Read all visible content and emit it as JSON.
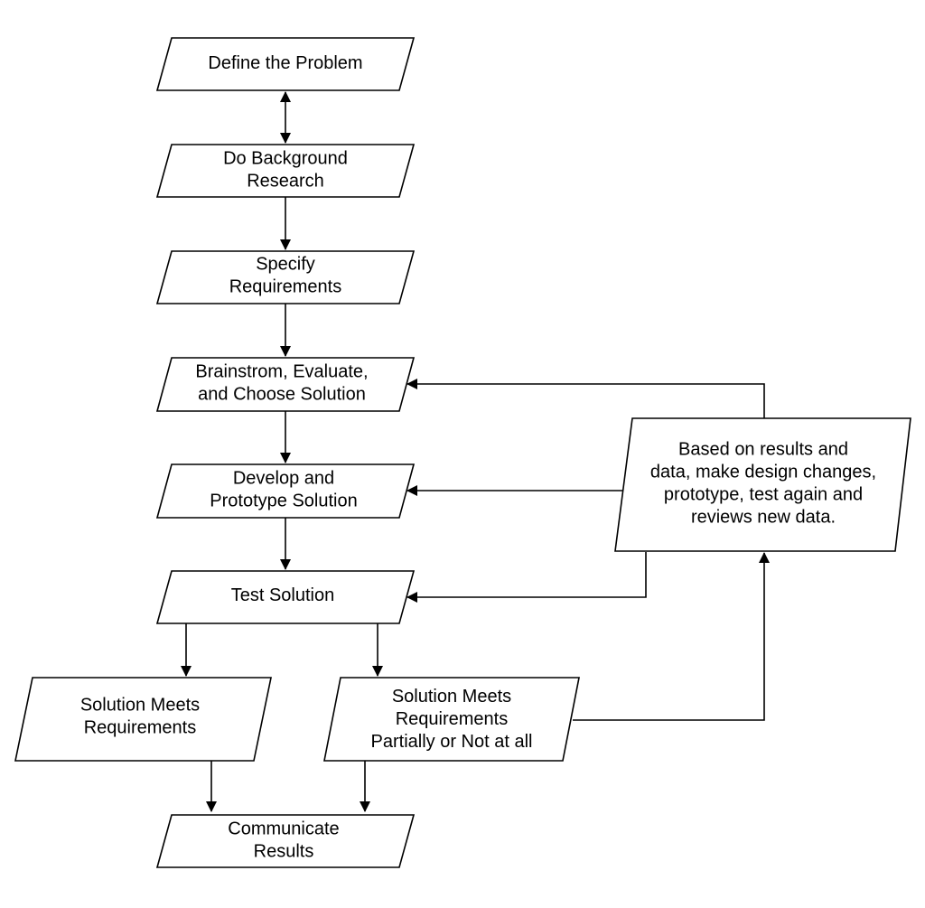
{
  "diagram": {
    "colors": {
      "stroke": "#000000",
      "fill": "#ffffff",
      "text": "#000000"
    },
    "nodes": {
      "define_problem": {
        "lines": [
          "Define the Problem"
        ]
      },
      "background_research": {
        "lines": [
          "Do Background",
          "Research"
        ]
      },
      "specify_requirements": {
        "lines": [
          "Specify",
          "Requirements"
        ]
      },
      "brainstorm": {
        "lines": [
          "Brainstrom, Evaluate,",
          "and Choose Solution"
        ]
      },
      "develop_prototype": {
        "lines": [
          "Develop and",
          "Prototype Solution"
        ]
      },
      "test_solution": {
        "lines": [
          "Test Solution"
        ]
      },
      "meets_requirements": {
        "lines": [
          "Solution Meets",
          "Requirements"
        ]
      },
      "partially_meets": {
        "lines": [
          "Solution Meets",
          "Requirements",
          "Partially or Not at all"
        ]
      },
      "redesign_loop": {
        "lines": [
          "Based on results and",
          "data, make design changes,",
          "prototype, test again and",
          "reviews new data."
        ]
      },
      "communicate_results": {
        "lines": [
          "Communicate",
          "Results"
        ]
      }
    },
    "edges": [
      {
        "from": "define_problem",
        "to": "background_research",
        "bidirectional": true
      },
      {
        "from": "background_research",
        "to": "specify_requirements"
      },
      {
        "from": "specify_requirements",
        "to": "brainstorm"
      },
      {
        "from": "brainstorm",
        "to": "develop_prototype"
      },
      {
        "from": "develop_prototype",
        "to": "test_solution"
      },
      {
        "from": "test_solution",
        "to": "meets_requirements"
      },
      {
        "from": "test_solution",
        "to": "partially_meets"
      },
      {
        "from": "meets_requirements",
        "to": "communicate_results"
      },
      {
        "from": "partially_meets",
        "to": "communicate_results"
      },
      {
        "from": "partially_meets",
        "to": "redesign_loop"
      },
      {
        "from": "redesign_loop",
        "to": "brainstorm"
      },
      {
        "from": "redesign_loop",
        "to": "develop_prototype"
      },
      {
        "from": "redesign_loop",
        "to": "test_solution"
      }
    ]
  }
}
